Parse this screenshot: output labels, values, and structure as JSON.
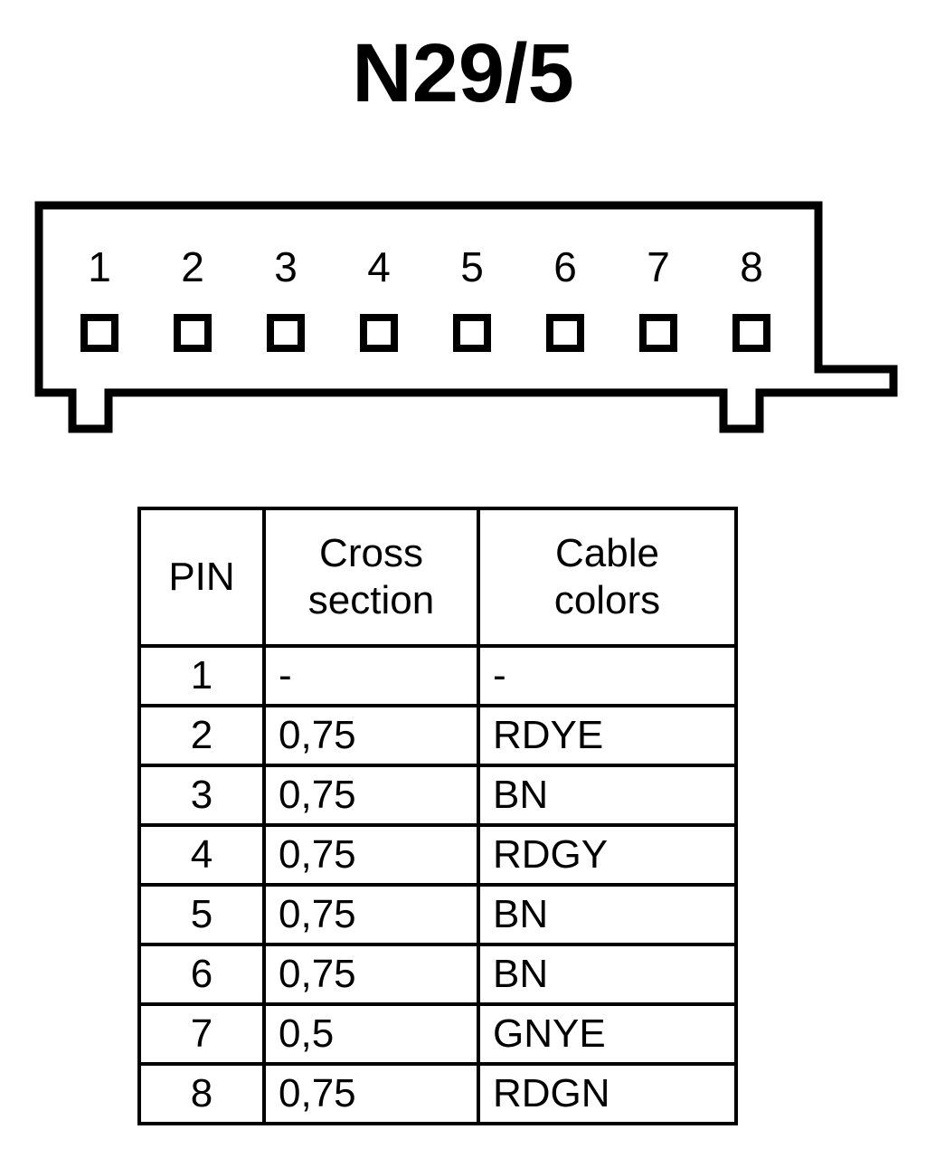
{
  "title": "N29/5",
  "connector": {
    "pin_count": 8,
    "pin_labels": [
      "1",
      "2",
      "3",
      "4",
      "5",
      "6",
      "7",
      "8"
    ],
    "outline_color": "#000000",
    "fill_color": "#ffffff"
  },
  "table": {
    "headers": [
      "PIN",
      "Cross section",
      "Cable colors"
    ],
    "header_lines": [
      [
        "PIN"
      ],
      [
        "Cross",
        "section"
      ],
      [
        "Cable",
        "colors"
      ]
    ],
    "rows": [
      {
        "pin": "1",
        "cross_section": "-",
        "cable_colors": "-"
      },
      {
        "pin": "2",
        "cross_section": "0,75",
        "cable_colors": "RDYE"
      },
      {
        "pin": "3",
        "cross_section": "0,75",
        "cable_colors": "BN"
      },
      {
        "pin": "4",
        "cross_section": "0,75",
        "cable_colors": "RDGY"
      },
      {
        "pin": "5",
        "cross_section": "0,75",
        "cable_colors": "BN"
      },
      {
        "pin": "6",
        "cross_section": "0,75",
        "cable_colors": "BN"
      },
      {
        "pin": "7",
        "cross_section": "0,5",
        "cable_colors": "GNYE"
      },
      {
        "pin": "8",
        "cross_section": "0,75",
        "cable_colors": "RDGN"
      }
    ]
  }
}
